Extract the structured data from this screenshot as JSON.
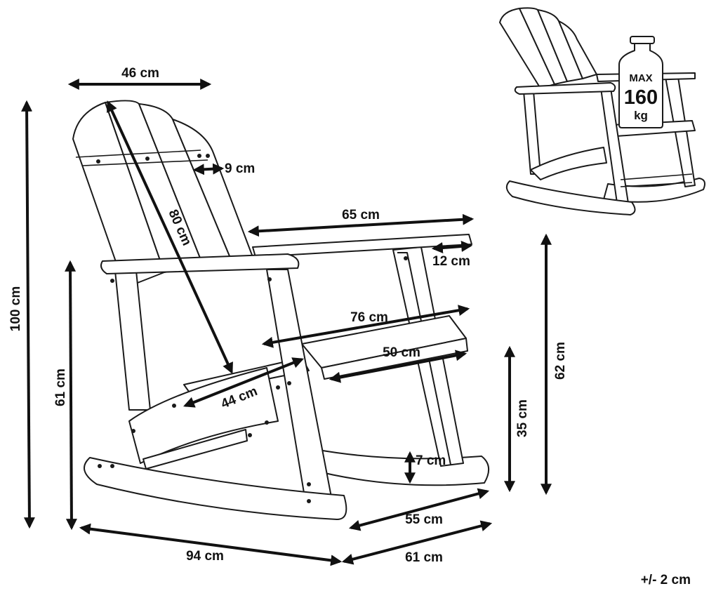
{
  "dimensions": {
    "width_top": "46 cm",
    "slat_width": "9 cm",
    "back_length": "80 cm",
    "total_height": "100 cm",
    "armrest_length": "65 cm",
    "armrest_width": "12 cm",
    "arm_height": "61 cm",
    "total_width": "76 cm",
    "seat_width": "50 cm",
    "seat_depth": "44 cm",
    "seat_height": "35 cm",
    "rear_height": "62 cm",
    "rocker_gap": "7 cm",
    "base_depth": "55 cm",
    "base_width": "61 cm",
    "total_depth": "94 cm"
  },
  "max_load": {
    "line1": "MAX",
    "line2": "160",
    "line3": "kg"
  },
  "tolerance": "+/- 2 cm"
}
